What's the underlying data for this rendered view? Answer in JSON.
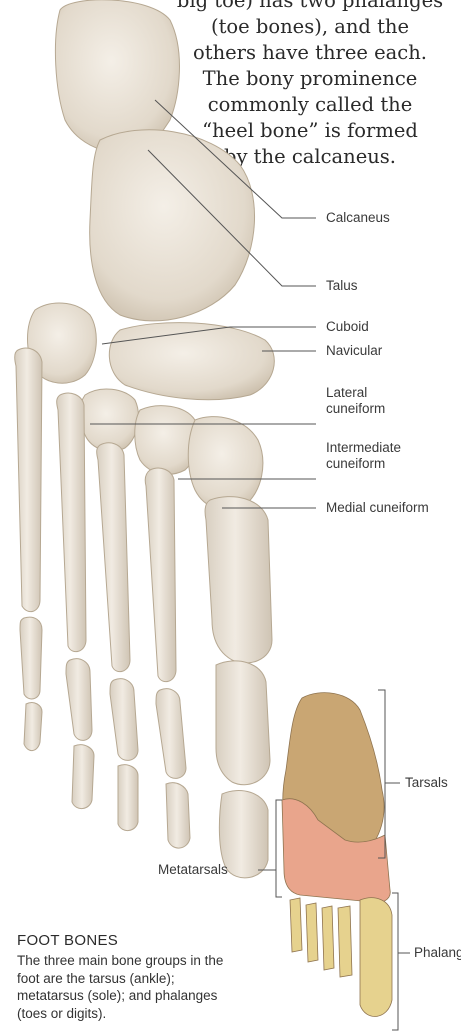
{
  "intro": {
    "lines": [
      "big toe) has two phalanges",
      "(toe bones), and the",
      "others have three each.",
      "The bony prominence",
      "commonly called the",
      "“heel bone” is formed",
      "by the calcaneus."
    ]
  },
  "labels": {
    "calcaneus": "Calcaneus",
    "talus": "Talus",
    "cuboid": "Cuboid",
    "navicular": "Navicular",
    "lateral_cuneiform": "Lateral cuneiform",
    "intermediate_cuneiform": "Intermediate cuneiform",
    "medial_cuneiform": "Medial cuneiform",
    "tarsals": "Tarsals",
    "metatarsals": "Metatarsals",
    "phalanges": "Phalanges"
  },
  "caption": {
    "title": "FOOT BONES",
    "body": "The three main bone groups in the foot are the tarsus (ankle); metatarsus (sole); and phalanges (toes or digits)."
  },
  "colors": {
    "bone": "#e8e0d4",
    "bone_shadow": "#c9bca9",
    "tarsal": "#c9a673",
    "metatarsal": "#e9a58c",
    "phalanx": "#e6d28e",
    "leader": "#555555"
  }
}
